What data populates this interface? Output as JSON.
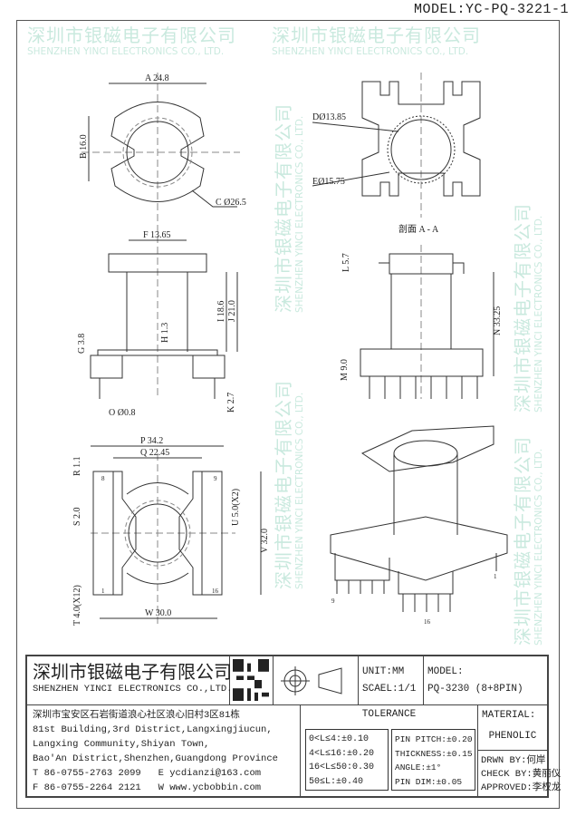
{
  "model_title": "MODEL:YC-PQ-3221-1",
  "views": {
    "top": {
      "A": "A 24.8",
      "B": "B 16.0",
      "C": "C Ø26.5"
    },
    "section": {
      "D": "DØ13.85",
      "E": "EØ15.75",
      "caption": "剖面 A - A"
    },
    "front": {
      "F": "F 13.65",
      "I": "I 18.6",
      "J": "J 21.0",
      "H": "H 1.3",
      "G": "G 3.8",
      "K": "K 2.7",
      "O": "O Ø0.8"
    },
    "side": {
      "L": "L 5.7",
      "N": "N 33.25",
      "M": "M 9.0"
    },
    "bottom": {
      "P": "P 34.2",
      "Q": "Q 22.45",
      "R": "R 1.1",
      "S": "S 2.0",
      "T": "T 4.0(X12)",
      "U": "U 5.0(X2)",
      "V": "V 32.0",
      "W": "W 30.0",
      "pin8": "8",
      "pin9": "9",
      "pin1": "1",
      "pin16": "16"
    },
    "iso": {
      "pin9": "9",
      "pin1": "1",
      "pin16": "16"
    }
  },
  "watermark": {
    "cn": "深圳市银磁电子有限公司",
    "en": "SHENZHEN YINCI ELECTRONICS CO., LTD."
  },
  "title_block": {
    "company_cn": "深圳市银磁电子有限公司",
    "company_en": "SHENZHEN YINCI ELECTRONICS CO.,LTD.",
    "unit": "UNIT:MM",
    "scale": "SCAEL:1/1",
    "model_label": "MODEL:",
    "model_value": "PQ-3230 (8+8PIN)",
    "address": [
      "深圳市宝安区石岩街道浪心社区浪心旧村3区81栋",
      "81st Building,3rd District,Langxingjiucun,",
      "Langxing Community,Shiyan Town,",
      "Bao'An District,Shenzhen,Guangdong Province"
    ],
    "tel": "T 86-0755-2763 2099",
    "email": "E ycdianzi@163.com",
    "fax": "F 86-0755-2264 2121",
    "web": "W www.ycbobbin.com",
    "tolerance_title": "TOLERANCE",
    "tolerance_left": [
      "0<L≤4:±0.10",
      "4<L≤16:±0.20",
      "16<L≤50:0.30",
      "50≤L:±0.40"
    ],
    "tolerance_right": [
      "PIN PITCH:±0.20",
      "THICKNESS:±0.15",
      "ANGLE:±1°",
      "PIN DIM:±0.05"
    ],
    "material_label": "MATERIAL:",
    "material_value": "PHENOLIC",
    "drawn_by": "DRWN BY:何岸",
    "check_by": "CHECK BY:黄丽仪",
    "approved": "APPROVED:李权龙"
  }
}
